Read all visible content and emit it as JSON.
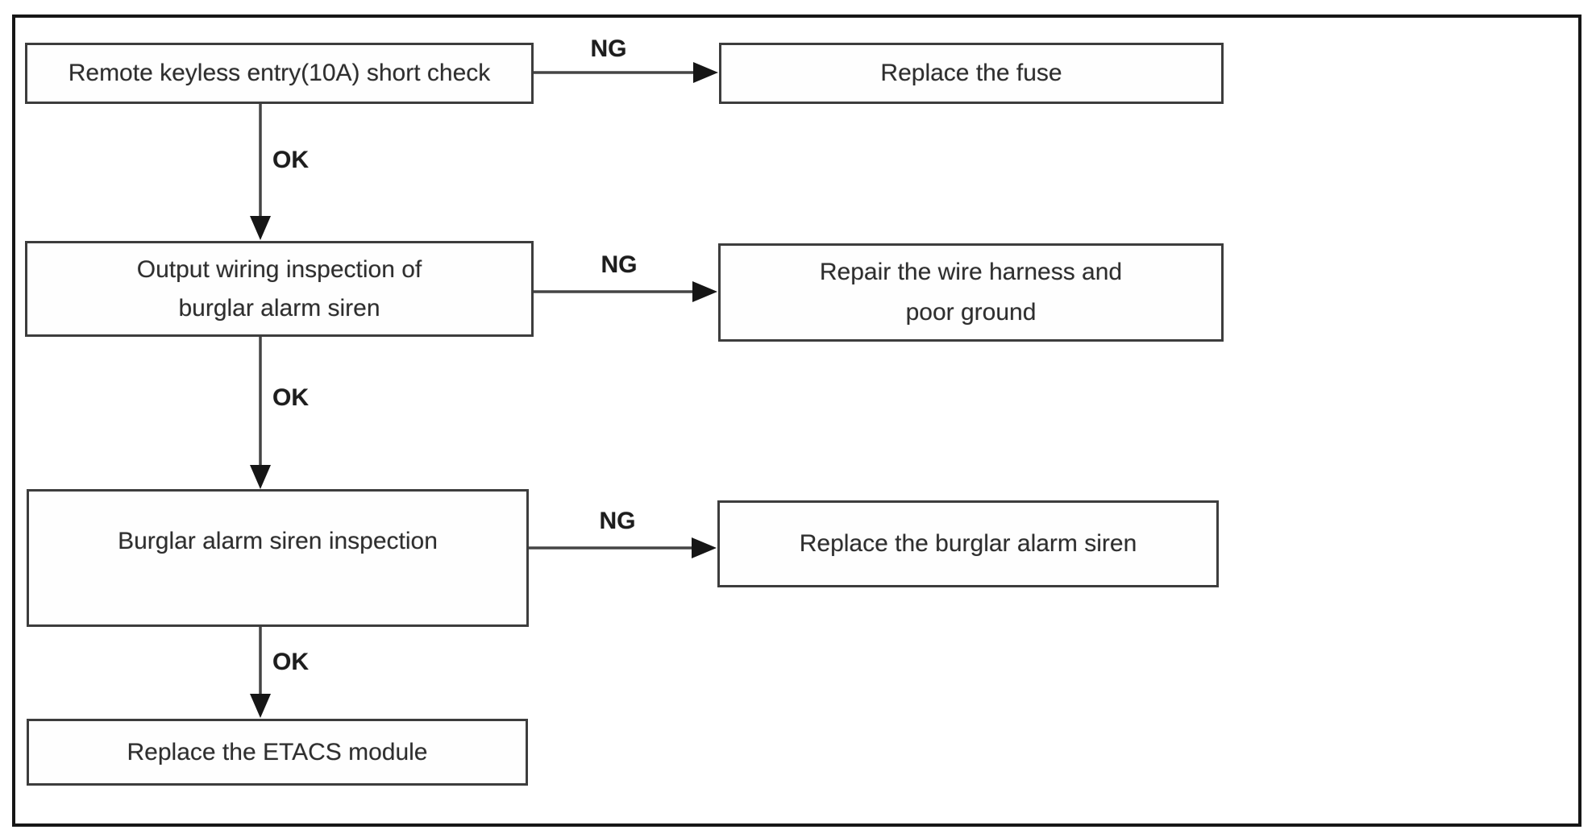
{
  "flowchart": {
    "type": "troubleshooting-flowchart",
    "nodes": [
      {
        "id": "step-1",
        "lines": [
          "Remote keyless entry(10A) short check"
        ]
      },
      {
        "id": "step-2",
        "lines": [
          "Output wiring inspection of",
          "burglar alarm siren"
        ]
      },
      {
        "id": "step-3",
        "lines": [
          "Burglar alarm siren inspection"
        ]
      },
      {
        "id": "step-4",
        "lines": [
          "Replace the ETACS module"
        ]
      },
      {
        "id": "remedy-1",
        "lines": [
          "Replace the fuse"
        ]
      },
      {
        "id": "remedy-2",
        "lines": [
          "Repair the wire harness and",
          "poor ground"
        ]
      },
      {
        "id": "remedy-3",
        "lines": [
          "Replace the burglar alarm siren"
        ]
      }
    ],
    "edges": [
      {
        "from": "step-1",
        "to": "remedy-1",
        "label": "NG"
      },
      {
        "from": "step-1",
        "to": "step-2",
        "label": "OK"
      },
      {
        "from": "step-2",
        "to": "remedy-2",
        "label": "NG"
      },
      {
        "from": "step-2",
        "to": "step-3",
        "label": "OK"
      },
      {
        "from": "step-3",
        "to": "remedy-3",
        "label": "NG"
      },
      {
        "from": "step-3",
        "to": "step-4",
        "label": "OK"
      }
    ],
    "colors": {
      "background": "#ffffff",
      "frame_border": "#161616",
      "box_border": "#3d3d3d",
      "line": "#454545",
      "text": "#2e2e2e"
    }
  }
}
